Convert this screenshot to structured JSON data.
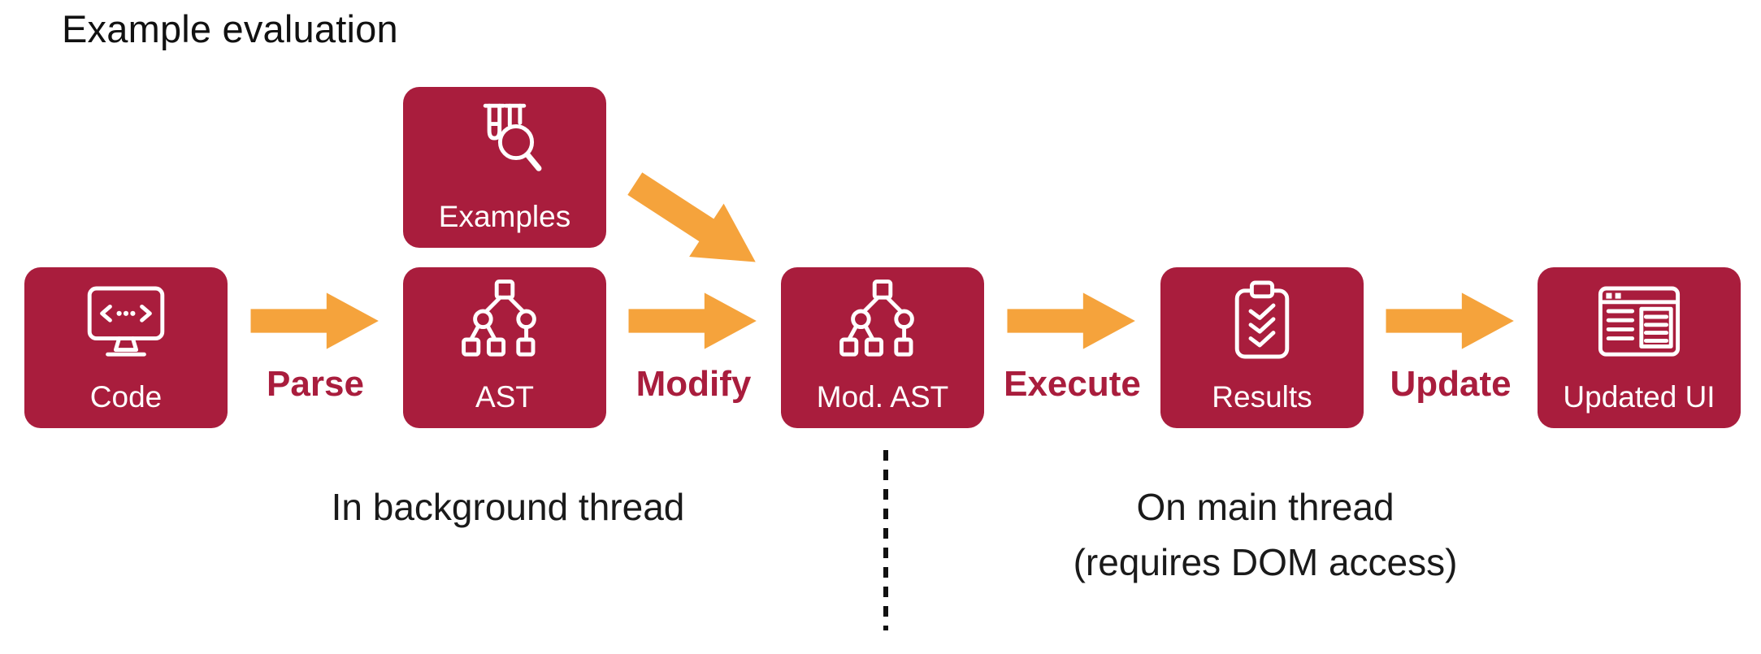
{
  "title": "Example evaluation",
  "colors": {
    "box-bg": "#A91D3D",
    "box-text": "#FFFFFF",
    "arrow": "#F5A33C",
    "edge-label": "#A91D3D",
    "text": "#111111"
  },
  "nodes": [
    {
      "label": "Code",
      "icon": "code-monitor-icon"
    },
    {
      "label": "Examples",
      "icon": "flask-magnifier-icon"
    },
    {
      "label": "AST",
      "icon": "ast-tree-icon"
    },
    {
      "label": "Mod. AST",
      "icon": "ast-tree-icon"
    },
    {
      "label": "Results",
      "icon": "clipboard-checklist-icon"
    },
    {
      "label": "Updated UI",
      "icon": "browser-window-icon"
    }
  ],
  "edges": [
    {
      "label": "Parse",
      "from": "Code",
      "to": "AST"
    },
    {
      "label": "Modify",
      "from": "AST",
      "to": "Mod. AST"
    },
    {
      "label": "Execute",
      "from": "Mod. AST",
      "to": "Results"
    },
    {
      "label": "Update",
      "from": "Results",
      "to": "Updated UI"
    },
    {
      "label": "",
      "from": "Examples",
      "to": "Mod. AST"
    }
  ],
  "annotations": {
    "background_thread": "In background thread",
    "main_thread_line1": "On main thread",
    "main_thread_line2": "(requires DOM access)"
  }
}
